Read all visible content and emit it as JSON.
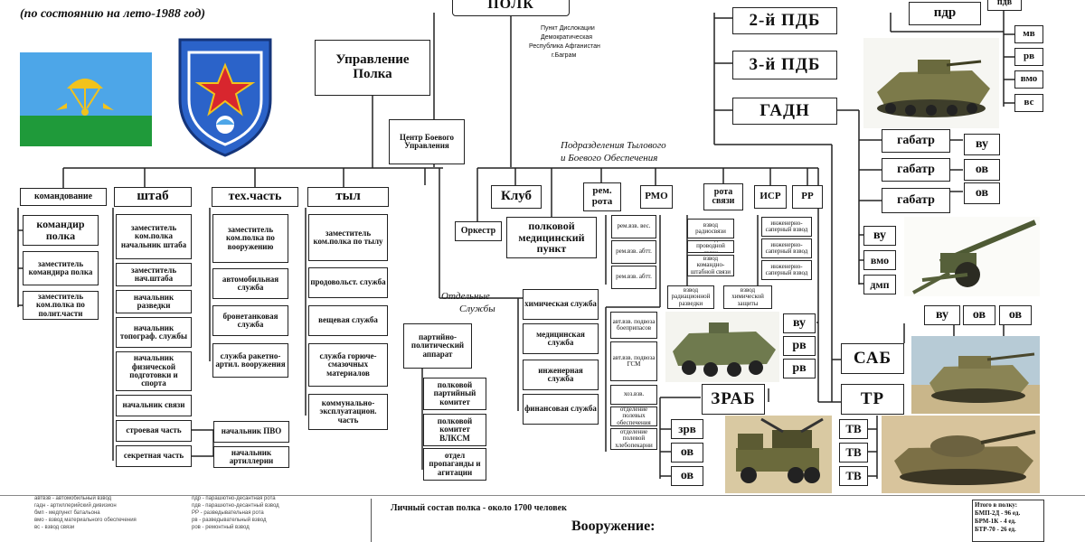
{
  "header": {
    "subtitle": "(по состоянию на лето-1988 год)",
    "regiment": "ПОЛК",
    "location_lines": [
      "Пункт Дислокации",
      "Демократическая",
      "Республика Афганистан",
      "г.Баграм"
    ]
  },
  "boxes": {
    "upravlenie": "Управление Полка",
    "tsbu": "Центр Боевого Управления",
    "komandovanie": "командование",
    "shtab": "штаб",
    "tech": "тех.часть",
    "tyl": "тыл",
    "komandir": "командир полка",
    "zam_komandira": "заместитель командира полка",
    "zam_polit": "заместитель ком.полка по полит.части",
    "shtab1": "заместитель ком.полка начальник штаба",
    "shtab2": "заместитель нач.штаба",
    "shtab3": "начальник разведки",
    "shtab4": "начальник топограф. службы",
    "shtab5": "начальник физической подготовки и спорта",
    "shtab6": "начальник связи",
    "shtab7": "строевая часть",
    "shtab8": "секретная часть",
    "pvo": "начальник ПВО",
    "artillery": "начальник артиллерии",
    "tech1": "заместитель ком.полка по вооружению",
    "tech2": "автомобильная служба",
    "tech3": "бронетанковая служба",
    "tech4": "служба ракетно-артил. вооружения",
    "tyl1": "заместитель ком.полка по тылу",
    "tyl2": "продовольст. служба",
    "tyl3": "вещевая служба",
    "tyl4": "служба горюче-смазочных материалов",
    "tyl5": "коммунально-эксплуатацион. часть",
    "partpolit": "партийно-политический аппарат",
    "part1": "полковой партийный комитет",
    "part2": "полковой комитет ВЛКСМ",
    "part3": "отдел пропаганды и агитации",
    "sluzhby1": "химическая служба",
    "sluzhby2": "медицинская служба",
    "sluzhby3": "инженерная служба",
    "sluzhby4": "финансовая служба",
    "klub": "Клуб",
    "orkestr": "Оркестр",
    "medpunkt": "полковой медицинский пункт",
    "rem_rota": "рем. рота",
    "rmo": "РМО",
    "rota_svyazi": "рота связи",
    "isr": "ИСР",
    "rr": "РР",
    "rem1": "рем.взв. вес.",
    "rem2": "рем.взв. абтт.",
    "rem3": "рем.взв. абтт.",
    "rmo1": "авт.взв. подвоза боеприпасов",
    "rmo2": "авт.взв. подвоза ГСМ",
    "rmo3": "хоз.взв.",
    "rmo4": "отделение полевых обеспечения",
    "rmo5": "отделение полевой хлебопекарни",
    "sv1": "взвод радиосвязи",
    "sv2": "взвод проводной связи",
    "sv3": "взвод командно-штабной связи",
    "isr1": "инженерно-саперный взвод",
    "isr2": "инженерно-саперный взвод",
    "isr3": "инженерно-саперный взвод",
    "remvzv": "взвод радиационной разведки",
    "vzv_him": "взвод химической защиты",
    "pdb2": "2-й ПДБ",
    "pdb3": "3-й ПДБ",
    "gadn": "ГАДН",
    "pdr": "пдр",
    "pdv": "пдв",
    "mv": "мв",
    "rv": "рв",
    "vmo": "вмо",
    "vs": "вс",
    "gabatr1": "габатр",
    "gabatr2": "габатр",
    "gabatr3": "габатр",
    "vu_g": "ву",
    "ov_g1": "ов",
    "ov_g2": "ов",
    "vu2": "ву",
    "vmo2": "вмо",
    "dmp": "дмп",
    "vu3": "ву",
    "rv3": "рв",
    "rv4": "рв",
    "sab": "САБ",
    "vu_sab": "ву",
    "ov_sab1": "ов",
    "ov_sab2": "ов",
    "zrab": "ЗРАБ",
    "tr": "ТР",
    "zrv": "зрв",
    "ov_z1": "ов",
    "ov_z2": "ов",
    "tv1": "ТВ",
    "tv2": "ТВ",
    "tv3": "ТВ"
  },
  "labels": {
    "tylovye_1": "Подразделения Тылового",
    "tylovye_2": "и Боевого Обеспечения",
    "otdelnye_1": "Отдельные",
    "otdelnye_2": "Службы"
  },
  "footer": {
    "personnel": "Личный состав полка - около 1700 человек",
    "armament": "Вооружение:",
    "armament_right_title": "Итого в полку:",
    "armament_right": [
      "БМП-2Д - 96 ед.",
      "БРМ-1К - 4 ед.",
      "БТР-70 - 26 ед."
    ],
    "legend_left": [
      "автвзв - автомобильный взвод",
      "гадн - артиллерийский дивизион",
      "бмп - медпункт батальона",
      "вмо - взвод материального обеспечения",
      "вс - взвод связи"
    ],
    "legend_mid": [
      "пдр - парашютно-десантная рота",
      "пдв - парашютно-десантный взвод",
      "РР - разведывательная рота",
      "рв - разведывательный взвод",
      "ров - ремонтный взвод"
    ]
  }
}
